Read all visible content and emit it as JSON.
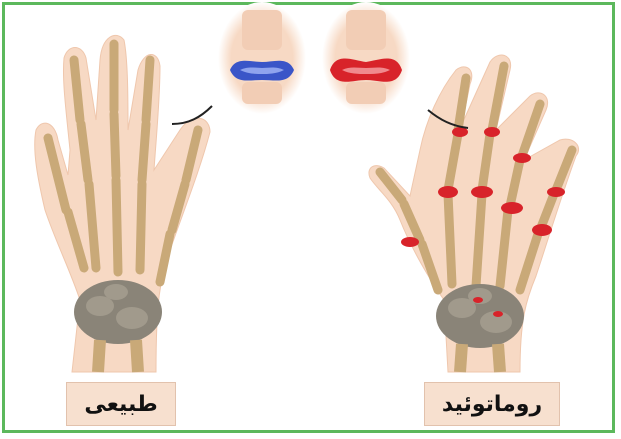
{
  "labels": {
    "normal": "طبیعی",
    "rheumatoid": "روماتوئید"
  },
  "colors": {
    "border": "#5cb85c",
    "skin": "#f7d9c4",
    "bone": "#c9a978",
    "carpal": "#8a8478",
    "normal_cartilage": "#3a55c8",
    "inflamed_cartilage": "#d8232a",
    "label_bg": "#f7e0cf"
  },
  "icons": [
    "normal-joint-closeup",
    "inflamed-joint-closeup",
    "pointer-arrow"
  ]
}
